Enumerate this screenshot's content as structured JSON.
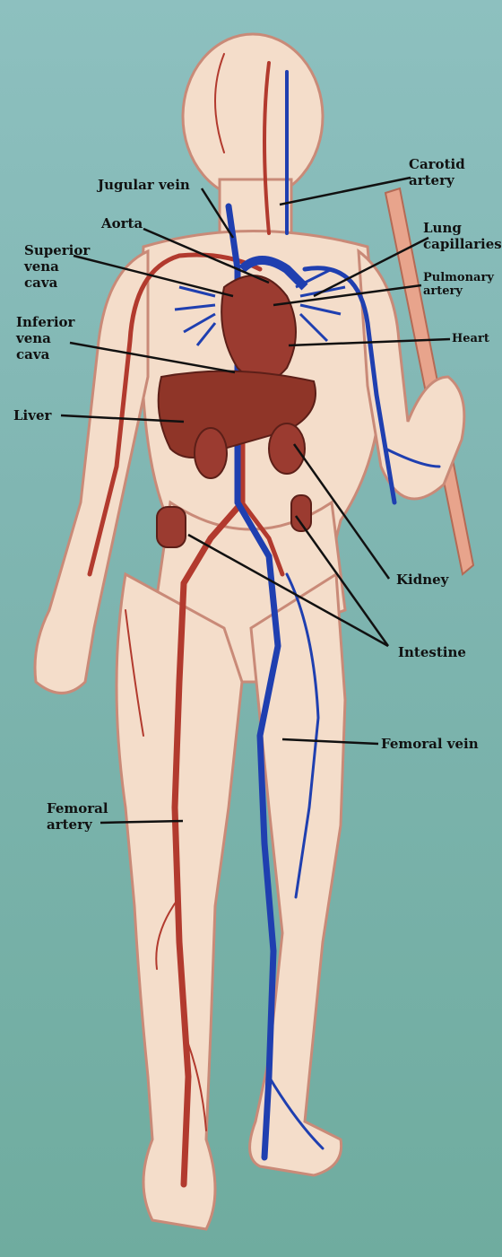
{
  "diagram": {
    "labels": {
      "carotid_artery": [
        "Carotid",
        "artery"
      ],
      "jugular_vein": "Jugular vein",
      "aorta": "Aorta",
      "lung_capillaries": [
        "Lung",
        "capillaries"
      ],
      "superior_vena_cava": [
        "Superior",
        "vena",
        "cava"
      ],
      "pulmonary_artery": [
        "Pulmonary",
        "artery"
      ],
      "inferior_vena_cava": [
        "Inferior",
        "vena",
        "cava"
      ],
      "heart": "Heart",
      "liver": "Liver",
      "kidney": "Kidney",
      "intestine": "Intestine",
      "femoral_vein": "Femoral vein",
      "femoral_artery": [
        "Femoral",
        "artery"
      ]
    },
    "colors": {
      "background": "#80b6b2",
      "skin": "#f3dcc8",
      "skin_outline": "#c9897a",
      "artery": "#b23a2e",
      "vein": "#1f3fb0",
      "organ": "#9b3b30",
      "stick": "#e2a089"
    }
  }
}
